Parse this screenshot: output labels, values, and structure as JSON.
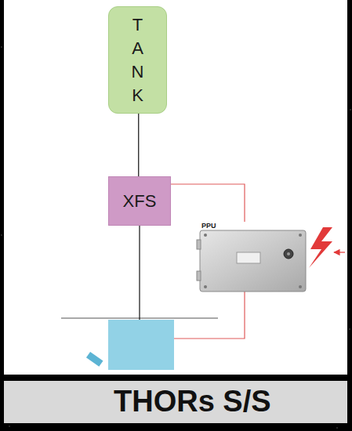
{
  "diagram": {
    "caption": "THORs S/S",
    "nodes": [
      {
        "text": [
          "TANK"
        ]
      },
      {
        "text": [
          "XFS"
        ]
      },
      {
        "text": [
          "PPU"
        ]
      }
    ],
    "edges": [
      {
        "from": 0,
        "to": 1,
        "arrow": "none"
      },
      {
        "from": 1,
        "to": 2,
        "arrow": "none"
      }
    ]
  }
}
